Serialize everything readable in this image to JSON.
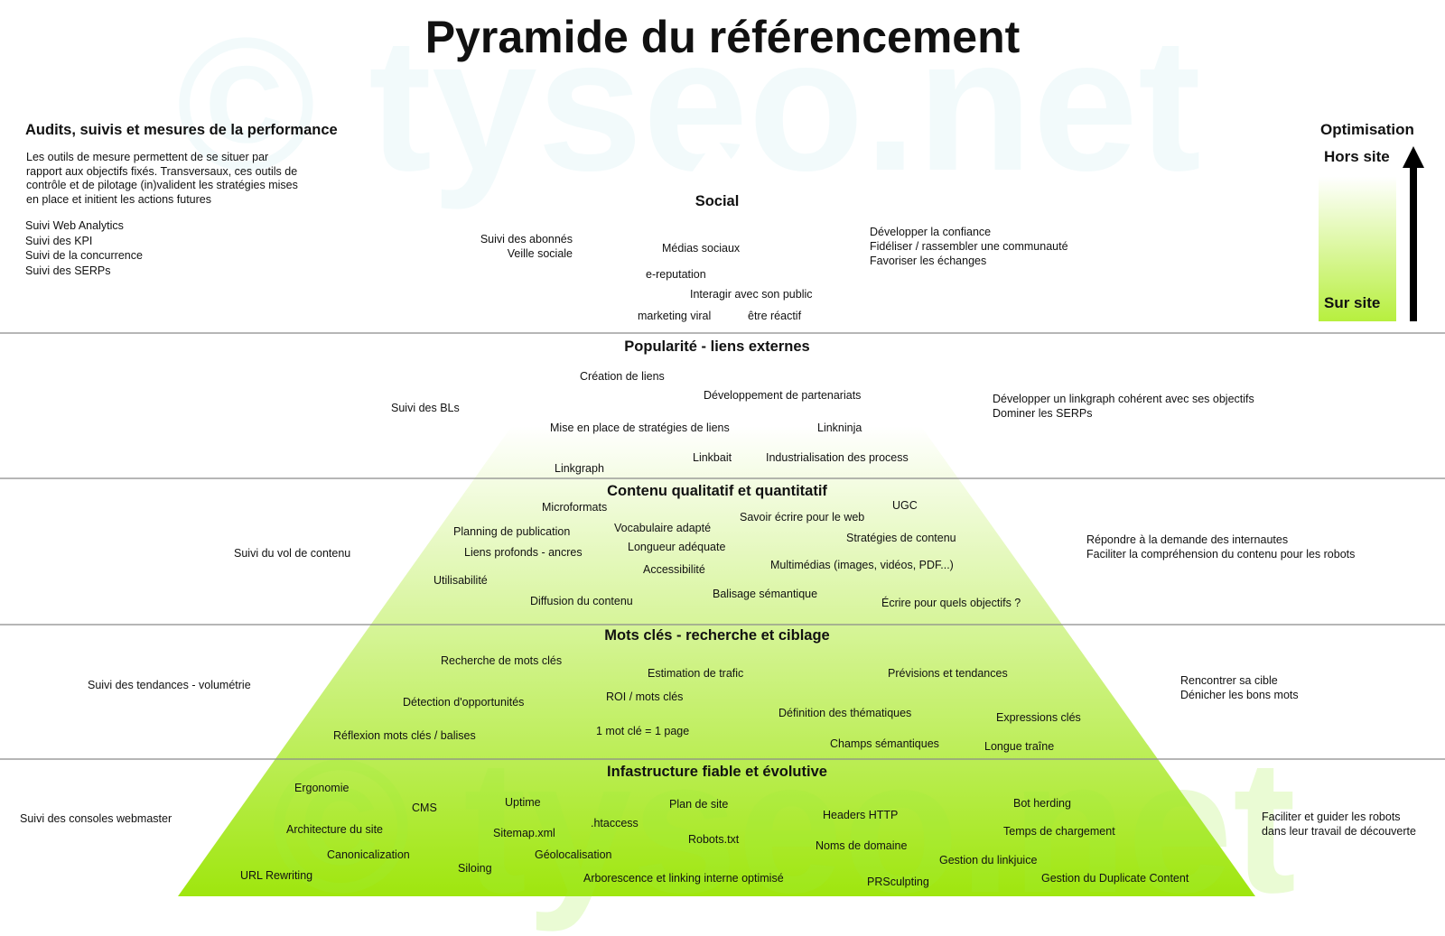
{
  "title": "Pyramide du référencement",
  "watermark": "© tyseo.net",
  "colors": {
    "pyramid_top": "#ffffff",
    "pyramid_bottom": "#9fe60e",
    "separator": "#8a8a8a",
    "arrow": "#000000"
  },
  "left_panel": {
    "heading": "Audits, suivis et mesures de la performance",
    "description": "Les outils de mesure permettent de se situer par rapport aux objectifs fixés. Transversaux, ces outils de contrôle et de pilotage (in)valident les stratégies mises en place et initient les actions futures",
    "items": [
      "Suivi Web Analytics",
      "Suivi des KPI",
      "Suivi de la concurrence",
      "Suivi des SERPs"
    ]
  },
  "optimisation": {
    "title": "Optimisation",
    "top_label": "Hors site",
    "bottom_label": "Sur site"
  },
  "tiers": [
    {
      "title": "Social",
      "tracking": [
        "Suivi des abonnés",
        "Veille sociale"
      ],
      "objectives": [
        "Développer la confiance",
        "Fidéliser / rassembler une communauté",
        "Favoriser les échanges"
      ],
      "items": [
        "Médias sociaux",
        "e-reputation",
        "Interagir avec son public",
        "marketing viral",
        "être réactif"
      ]
    },
    {
      "title": "Popularité - liens externes",
      "tracking": [
        "Suivi des BLs"
      ],
      "objectives": [
        "Développer un linkgraph cohérent avec ses objectifs",
        "Dominer les SERPs"
      ],
      "items": [
        "Création de liens",
        "Développement de partenariats",
        "Mise en place de stratégies de liens",
        "Linkninja",
        "Linkbait",
        "Industrialisation des process",
        "Linkgraph"
      ]
    },
    {
      "title": "Contenu qualitatif et quantitatif",
      "tracking": [
        "Suivi du vol de contenu"
      ],
      "objectives": [
        "Répondre à la demande des internautes",
        "Faciliter la compréhension du contenu pour les robots"
      ],
      "items": [
        "Microformats",
        "UGC",
        "Savoir écrire pour le web",
        "Planning de publication",
        "Vocabulaire adapté",
        "Stratégies de contenu",
        "Liens profonds - ancres",
        "Longueur adéquate",
        "Multimédias (images, vidéos, PDF...)",
        "Accessibilité",
        "Utilisabilité",
        "Balisage sémantique",
        "Diffusion du contenu",
        "Écrire pour quels objectifs ?"
      ]
    },
    {
      "title": "Mots clés - recherche et ciblage",
      "tracking": [
        "Suivi des tendances - volumétrie"
      ],
      "objectives": [
        "Rencontrer sa cible",
        "Dénicher les bons mots"
      ],
      "items": [
        "Recherche de mots clés",
        "Estimation de trafic",
        "Prévisions et tendances",
        "ROI / mots clés",
        "Détection d'opportunités",
        "Définition des thématiques",
        "Expressions clés",
        "1 mot clé = 1 page",
        "Réflexion mots clés / balises",
        "Champs sémantiques",
        "Longue traîne"
      ]
    },
    {
      "title": "Infastructure fiable et évolutive",
      "tracking": [
        "Suivi des consoles webmaster"
      ],
      "objectives": [
        "Faciliter et guider les robots",
        "dans leur travail de découverte"
      ],
      "items": [
        "Ergonomie",
        "CMS",
        "Uptime",
        "Plan de site",
        "Bot herding",
        "Headers HTTP",
        ".htaccess",
        "Architecture du site",
        "Sitemap.xml",
        "Robots.txt",
        "Temps de chargement",
        "Canonicalization",
        "Géolocalisation",
        "Noms de domaine",
        "Gestion du linkjuice",
        "URL Rewriting",
        "Siloing",
        "Arborescence et linking interne optimisé",
        "PRSculpting",
        "Gestion du Duplicate Content"
      ]
    }
  ]
}
